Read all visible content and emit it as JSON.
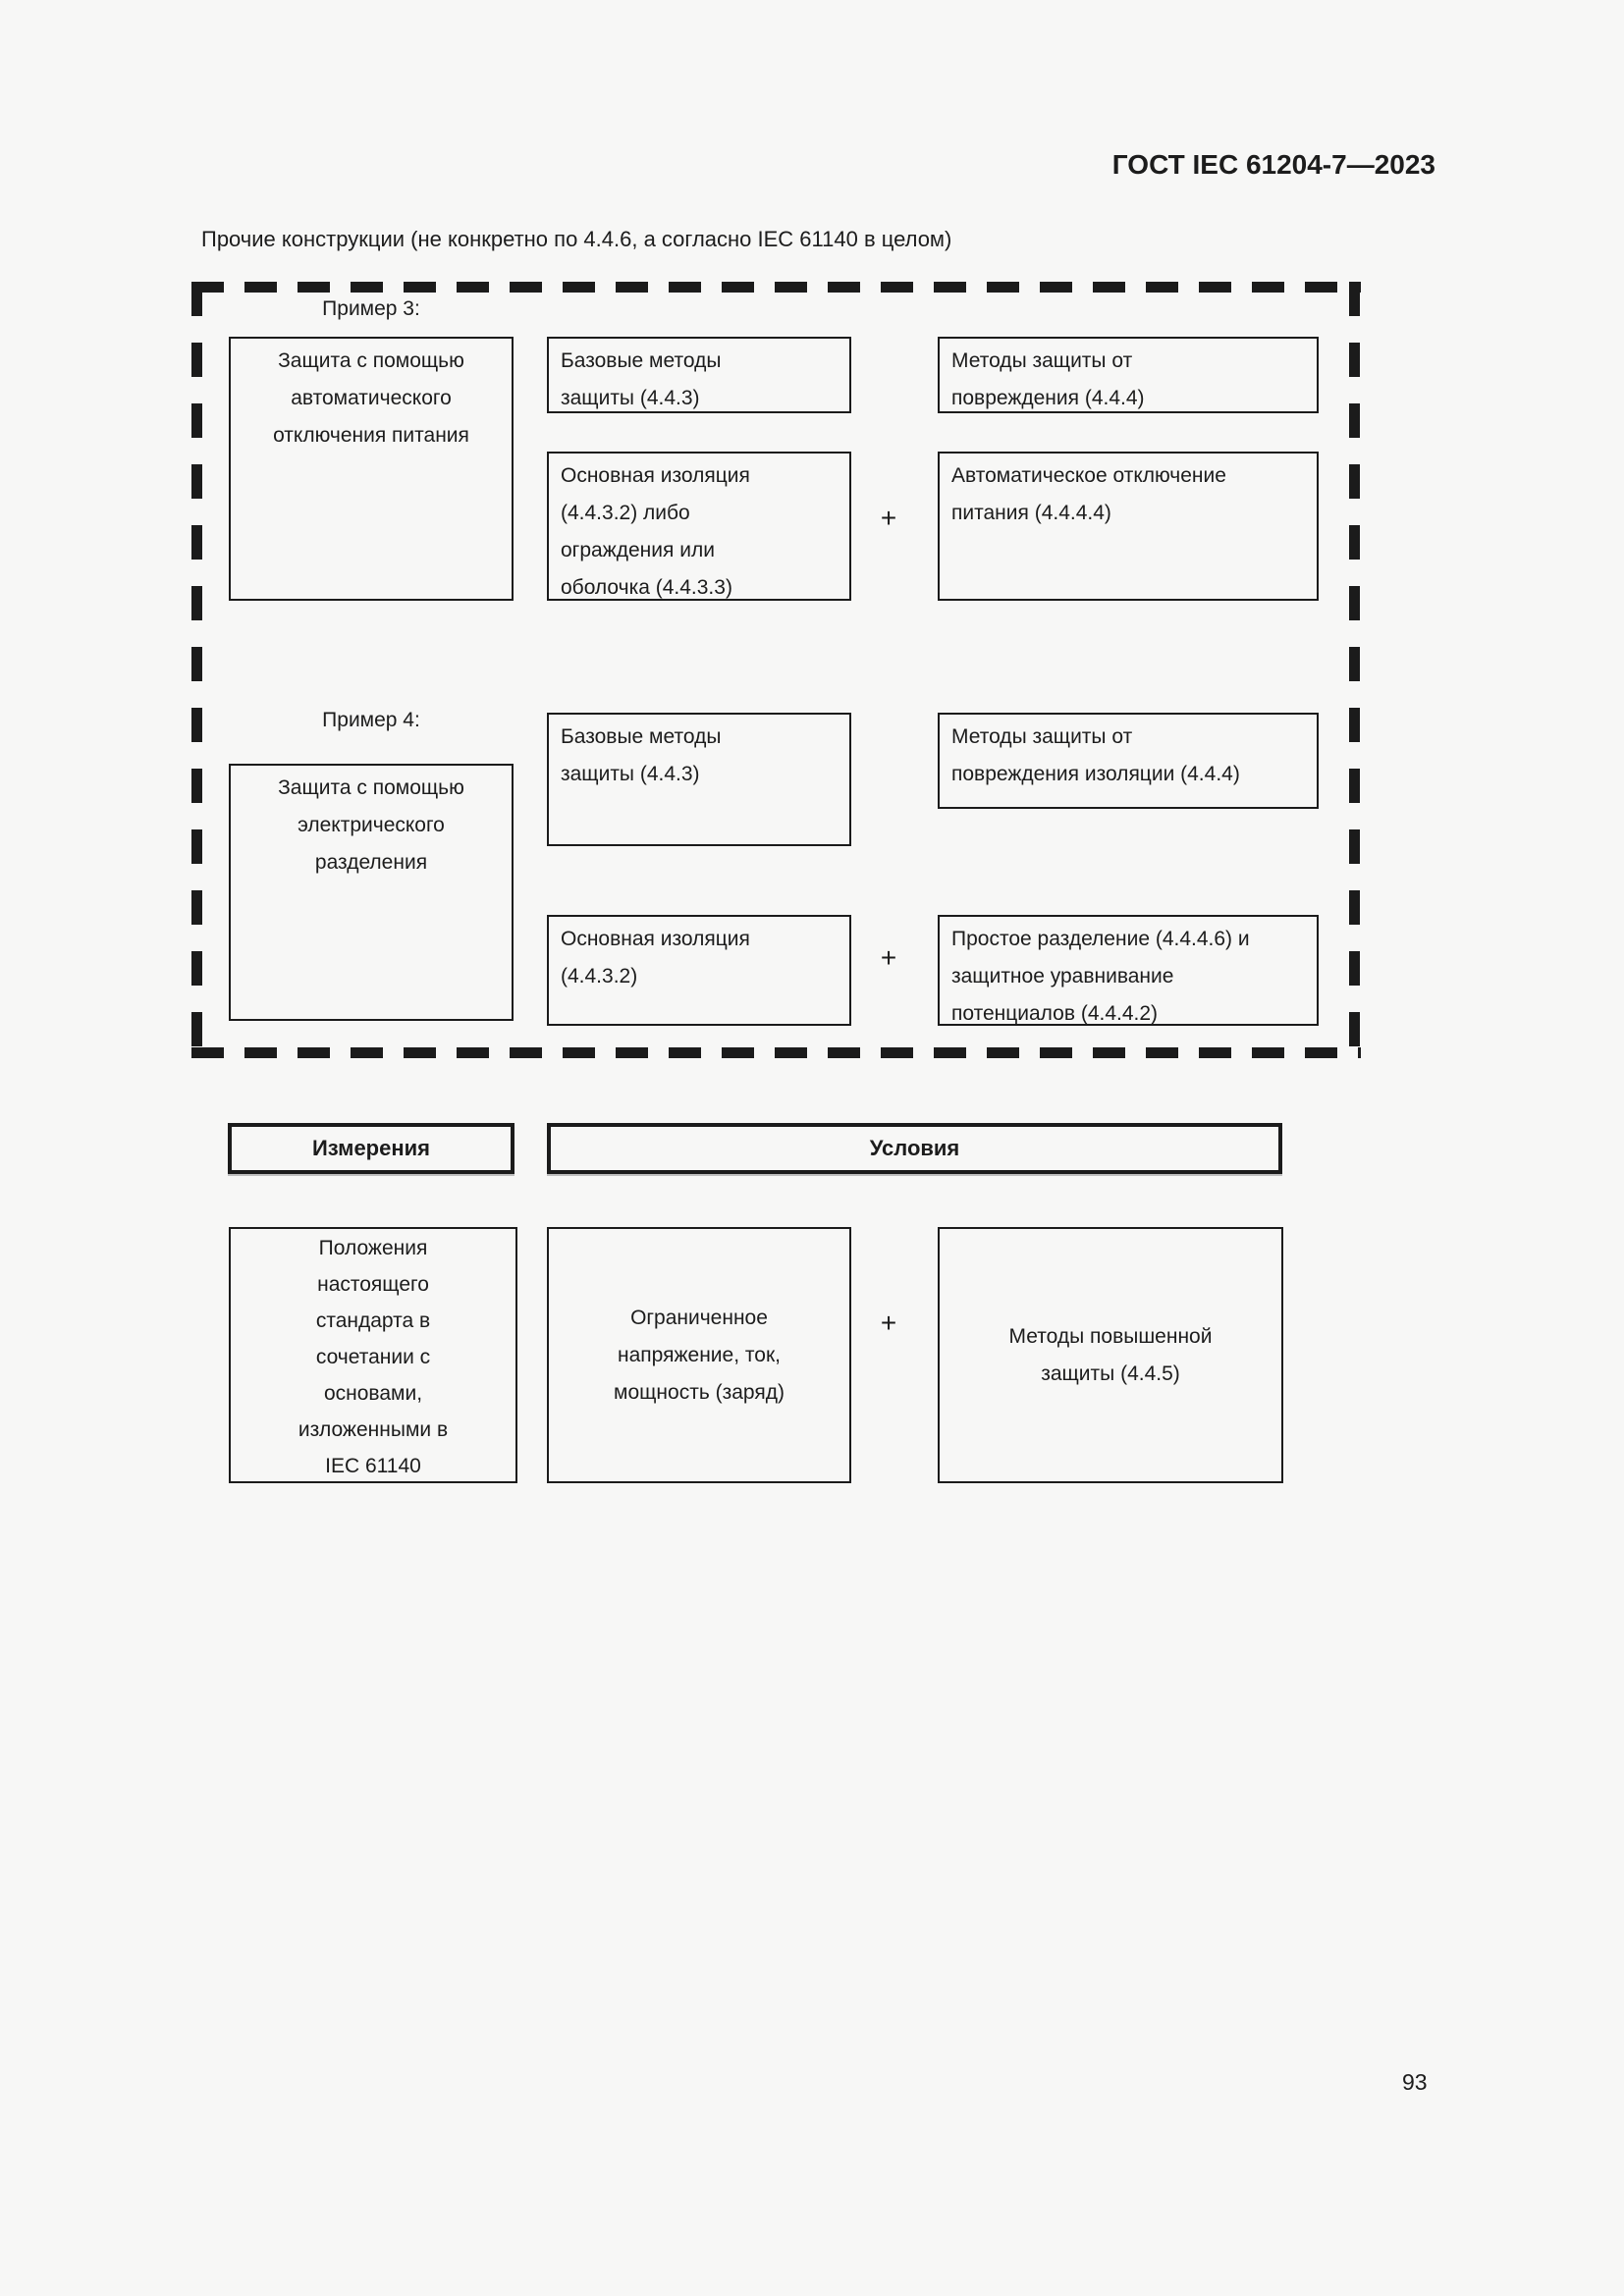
{
  "page": {
    "header": "ГОСТ IEC 61204-7—2023",
    "intro": "Прочие конструкции (не конкретно по 4.4.6, а согласно IEC 61140 в целом)",
    "page_number": "93"
  },
  "diagram": {
    "example3": {
      "label": "Пример 3:",
      "subject": "Защита с помощью\nавтоматического\nотключения питания",
      "basic_methods": "Базовые методы\nзащиты (4.4.3)",
      "fault_methods": "Методы защиты от\nповреждения (4.4.4)",
      "basic_measure": "Основная изоляция\n(4.4.3.2) либо\nограждения или\nоболочка (4.4.3.3)",
      "plus": "+",
      "fault_measure": "Автоматическое отключение\nпитания (4.4.4.4)"
    },
    "example4": {
      "label": "Пример 4:",
      "subject": "Защита с помощью\nэлектрического\nразделения",
      "basic_methods": "Базовые методы\nзащиты (4.4.3)",
      "fault_methods": "Методы защиты от\nповреждения изоляции (4.4.4)",
      "basic_measure": "Основная изоляция\n(4.4.3.2)",
      "plus": "+",
      "fault_measure": "Простое разделение (4.4.4.6) и\nзащитное уравнивание\nпотенциалов (4.4.4.2)"
    }
  },
  "measurements_section": {
    "measurements_header": "Измерения",
    "conditions_header": "Условия",
    "provisions": "Положения\nнастоящего\nстандарта в\nсочетании с\nосновами,\nизложенными в\nIEC 61140",
    "limited_source": "Ограниченное\nнапряжение, ток,\nмощность (заряд)",
    "plus": "+",
    "enhanced_methods": "Методы повышенной\nзащиты (4.4.5)"
  }
}
